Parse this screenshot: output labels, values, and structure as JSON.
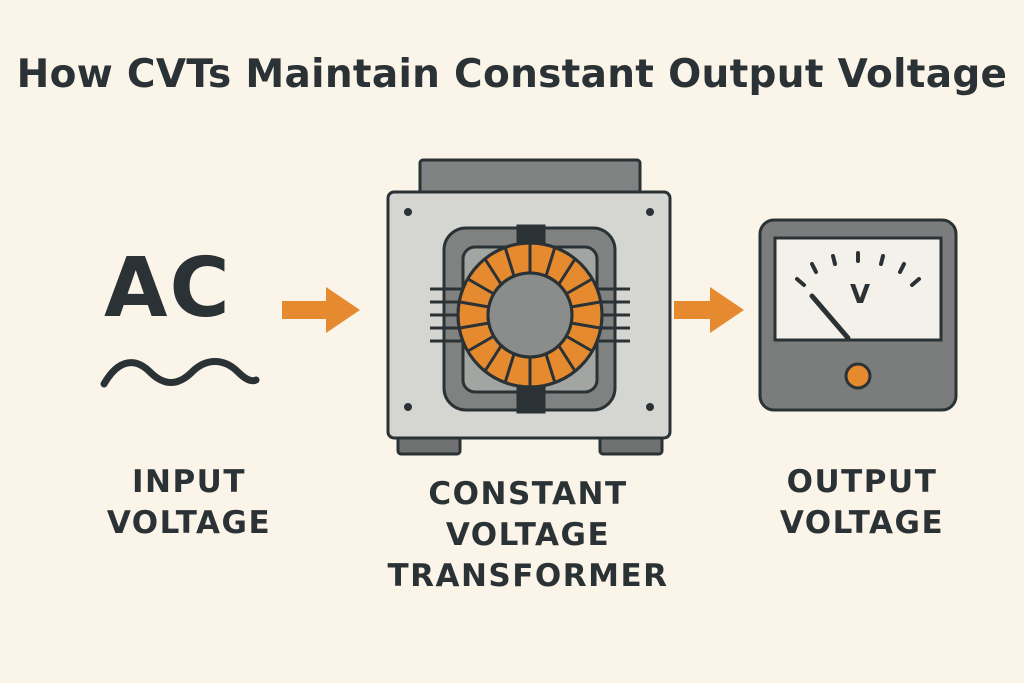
{
  "title": "How CVTs Maintain Constant Output Voltage",
  "input": {
    "symbol": "AC",
    "label_lines": [
      "INPUT",
      "VOLTAGE"
    ]
  },
  "transformer": {
    "label_lines": [
      "CONSTANT",
      "VOLTAGE",
      "TRANSFORMER"
    ]
  },
  "output": {
    "meter_unit": "V",
    "label_lines": [
      "OUTPUT",
      "VOLTAGE"
    ]
  },
  "icons": [
    "sine-wave-icon",
    "arrow-right-icon",
    "transformer-icon",
    "toroidal-coil-icon",
    "voltmeter-icon",
    "meter-needle-icon",
    "meter-knob-icon"
  ],
  "colors": {
    "background": "#fbf4e9",
    "text": "#2b3236",
    "accent_orange": "#e58a2e",
    "housing_gray": "#d5d6d2",
    "dark_gray": "#6f7271",
    "meter_gray": "#7a7d7c"
  }
}
